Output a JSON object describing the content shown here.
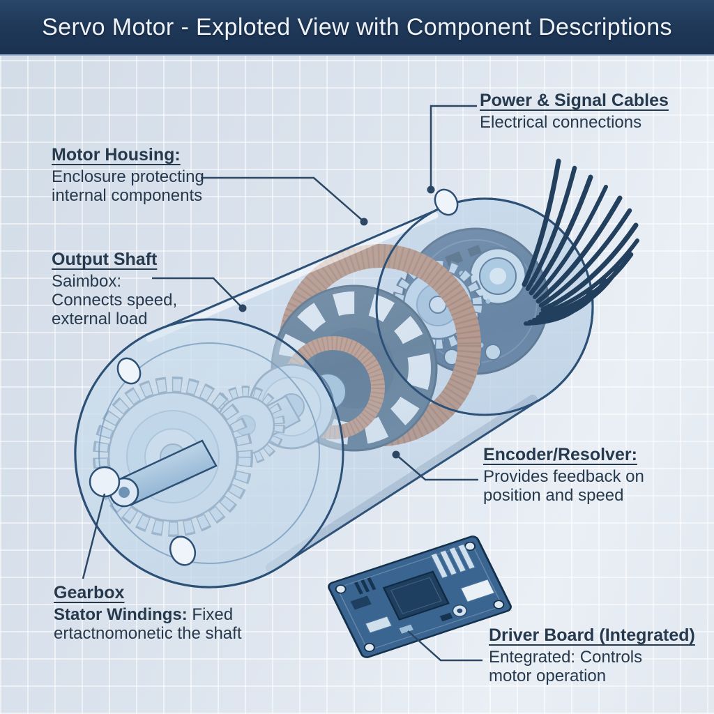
{
  "title_bar": {
    "title": "Servo Motor - Exploted View with Component Descriptions"
  },
  "labels": {
    "power_cables": {
      "title": "Power & Signal Cables",
      "line1": "Electrical connections"
    },
    "motor_housing": {
      "title": "Motor Housing:",
      "line1": "Enclosure protecting",
      "line2": "internal components"
    },
    "output_shaft": {
      "title": "Output Shaft",
      "line1": "Saimbox:",
      "line2": "Connects speed,",
      "line3": "external load"
    },
    "encoder": {
      "title": "Encoder/Resolver:",
      "line1": "Provides feedback on",
      "line2": "position and speed"
    },
    "gearbox": {
      "title": "Gearbox",
      "line1_bold": "Stator Windings:",
      "line1_rest": " Fixed",
      "line2": "ertactnomonetic the shaft"
    },
    "driver_board": {
      "title": "Driver Board (Integrated)",
      "line1": "Entegrated: Controls",
      "line2": "motor operation"
    }
  },
  "colors": {
    "title_bar_bg": "#1f3858",
    "title_text": "#eef3f9",
    "label_text": "#26394d",
    "leader_line": "#2b4763",
    "housing_blue": "#b9d0e6",
    "outline_blue": "#2d5176",
    "copper": "#b5734f",
    "pcb_blue": "#3a6591",
    "wire_navy": "#22405e",
    "background": "#dbe4ed",
    "grid_line": "#ffffff"
  }
}
